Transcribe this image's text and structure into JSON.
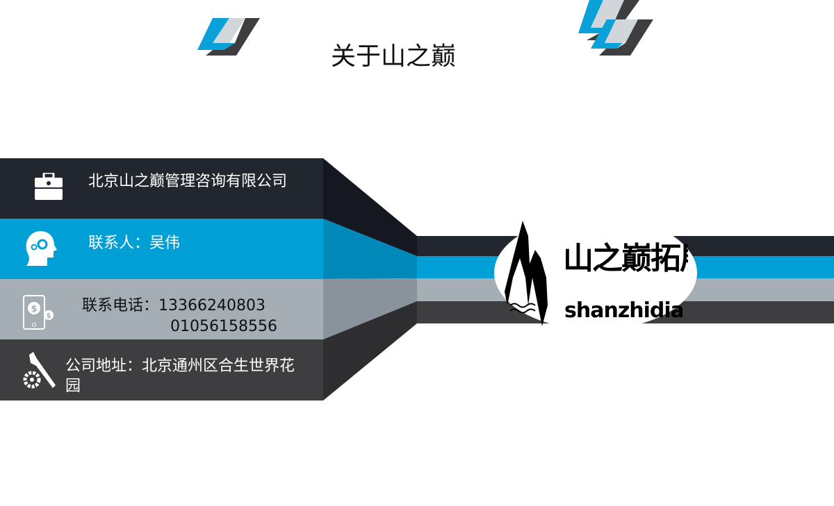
{
  "title": "关于山之巅",
  "rows": [
    {
      "label": "北京山之巅管理咨询有限公司",
      "icon": "briefcase-icon"
    },
    {
      "label": "联系人：吴伟",
      "icon": "head-gears-icon"
    },
    {
      "label": "联系电话：13366240803",
      "label2": "01056158556",
      "icon": "mobile-payment-icon"
    },
    {
      "label": "公司地址：北京通州区合生世界花",
      "label2": "园",
      "icon": "wrench-gear-icon"
    }
  ],
  "logo": {
    "cn": "山之巅拓展",
    "en": "shanzhidian.c"
  },
  "colors": {
    "band1": "#22262f",
    "band2": "#00a0d6",
    "band3": "#a6aeb5",
    "band4": "#3e3e41"
  }
}
